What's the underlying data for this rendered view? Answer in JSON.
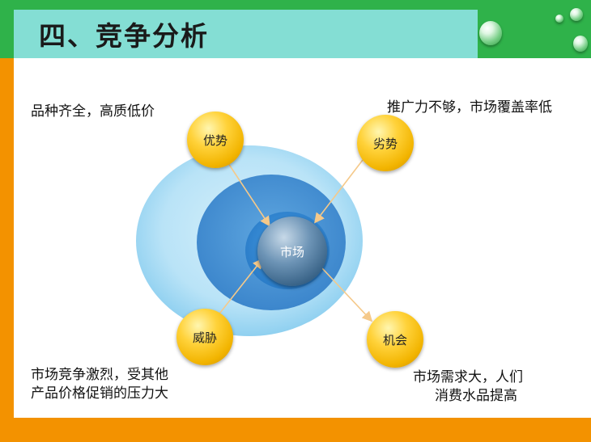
{
  "title": "四、竞争分析",
  "center": "市场",
  "nodes": {
    "strength": {
      "label": "优势",
      "caption": "品种齐全，高质低价"
    },
    "weakness": {
      "label": "劣势",
      "caption": "推广力不够，市场覆盖率低"
    },
    "threat": {
      "label": "威胁",
      "caption_line1": "市场竞争激烈，受其他",
      "caption_line2": "产品价格促销的压力大"
    },
    "opportunity": {
      "label": "机会",
      "caption_line1": "市场需求大，人们",
      "caption_line2": "消费水品提高"
    }
  },
  "colors": {
    "green": "#2fb24a",
    "orange": "#f39200",
    "title_band": "#84ded4",
    "arrow": "#f5c98a"
  }
}
